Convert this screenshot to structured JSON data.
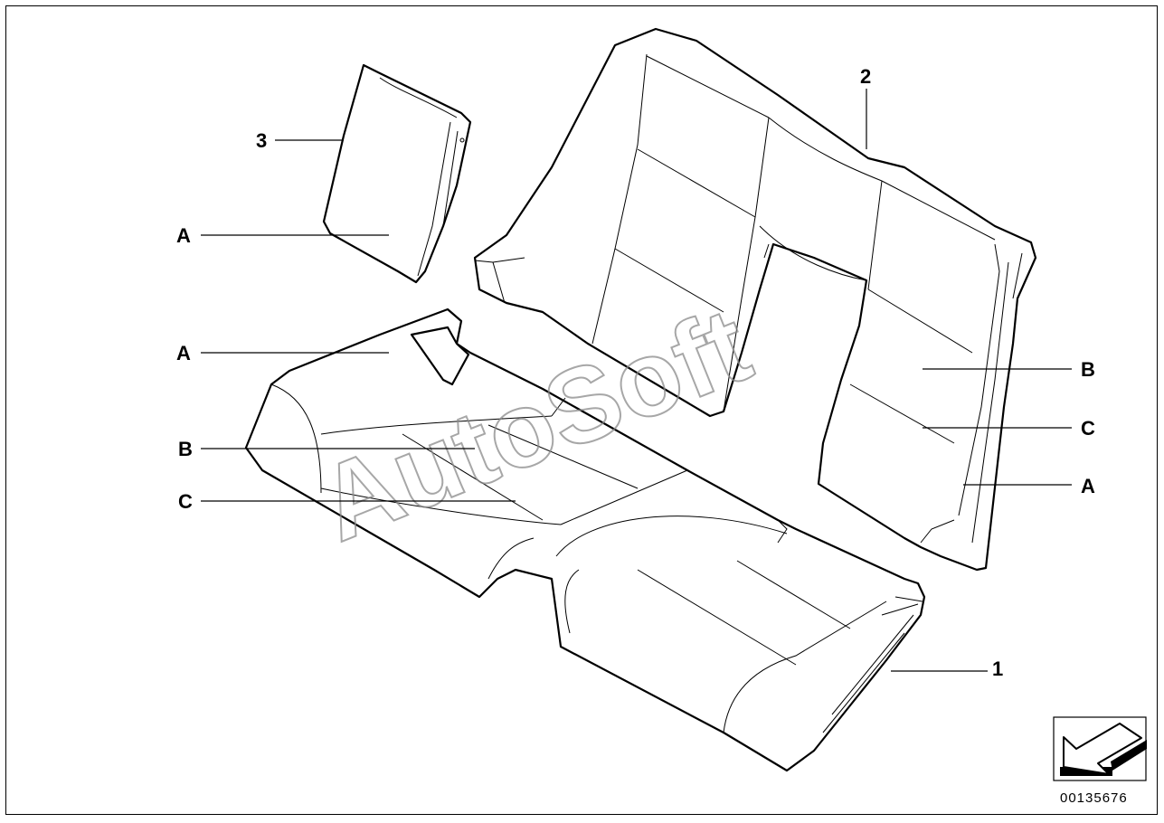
{
  "diagram": {
    "watermark": "AutoSoft",
    "reference_number": "00135676",
    "callouts": {
      "part_1": "1",
      "part_2": "2",
      "part_3": "3",
      "armrest_a": "A",
      "cushion_a": "A",
      "cushion_b": "B",
      "cushion_c": "C",
      "backrest_b": "B",
      "backrest_c": "C",
      "backrest_a": "A"
    },
    "icons": {
      "nav": "arrow-down-left-icon"
    }
  }
}
